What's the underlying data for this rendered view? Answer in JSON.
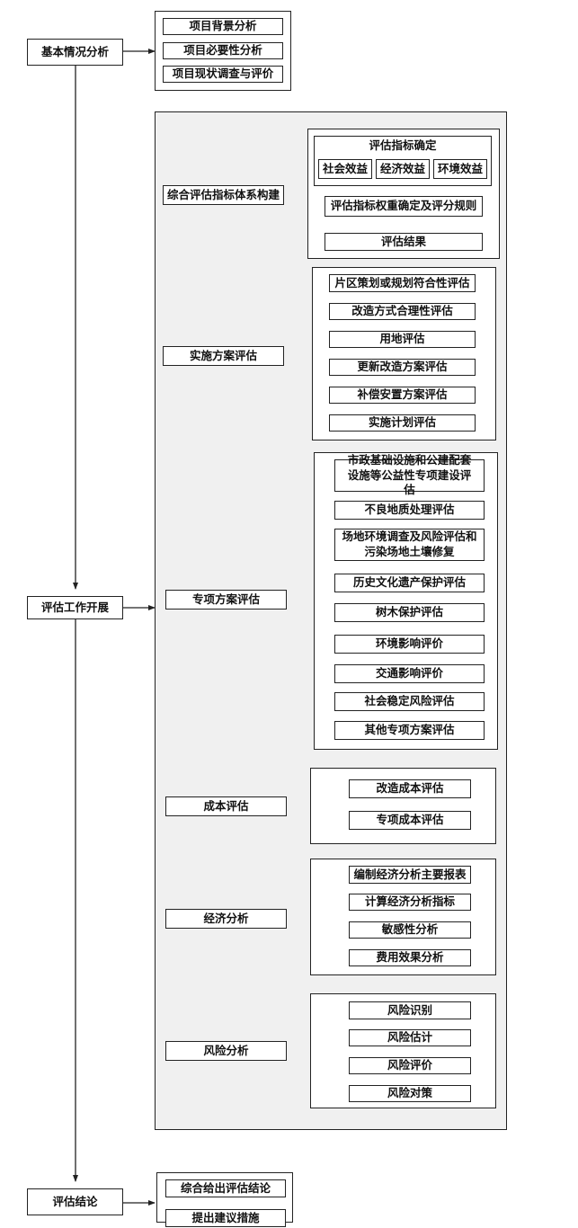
{
  "main_flow": {
    "basic": "基本情况分析",
    "work": "评估工作开展",
    "conclusion": "评估结论"
  },
  "basic_items": [
    "项目背景分析",
    "项目必要性分析",
    "项目现状调查与评价"
  ],
  "conclusion_items": [
    "综合给出评估结论",
    "提出建议措施"
  ],
  "sections": {
    "indicator": {
      "label": "综合评估指标体系构建",
      "top_title": "评估指标确定",
      "benefits": [
        "社会效益",
        "经济效益",
        "环境效益"
      ],
      "steps": [
        "评估指标权重确定及评分规则",
        "评估结果"
      ]
    },
    "implementation": {
      "label": "实施方案评估",
      "steps": [
        "片区策划或规划符合性评估",
        "改造方式合理性评估",
        "用地评估",
        "更新改造方案评估",
        "补偿安置方案评估",
        "实施计划评估"
      ]
    },
    "special": {
      "label": "专项方案评估",
      "items": [
        "市政基础设施和公建配套设施等公益性专项建设评估",
        "不良地质处理评估",
        "场地环境调查及风险评估和污染场地土壤修复",
        "历史文化遗产保护评估",
        "树木保护评估",
        "环境影响评价",
        "交通影响评价",
        "社会稳定风险评估",
        "其他专项方案评估"
      ]
    },
    "cost": {
      "label": "成本评估",
      "steps": [
        "改造成本评估",
        "专项成本评估"
      ]
    },
    "economic": {
      "label": "经济分析",
      "steps": [
        "编制经济分析主要报表",
        "计算经济分析指标",
        "敏感性分析",
        "费用效果分析"
      ]
    },
    "risk": {
      "label": "风险分析",
      "steps": [
        "风险识别",
        "风险估计",
        "风险评价",
        "风险对策"
      ]
    }
  }
}
